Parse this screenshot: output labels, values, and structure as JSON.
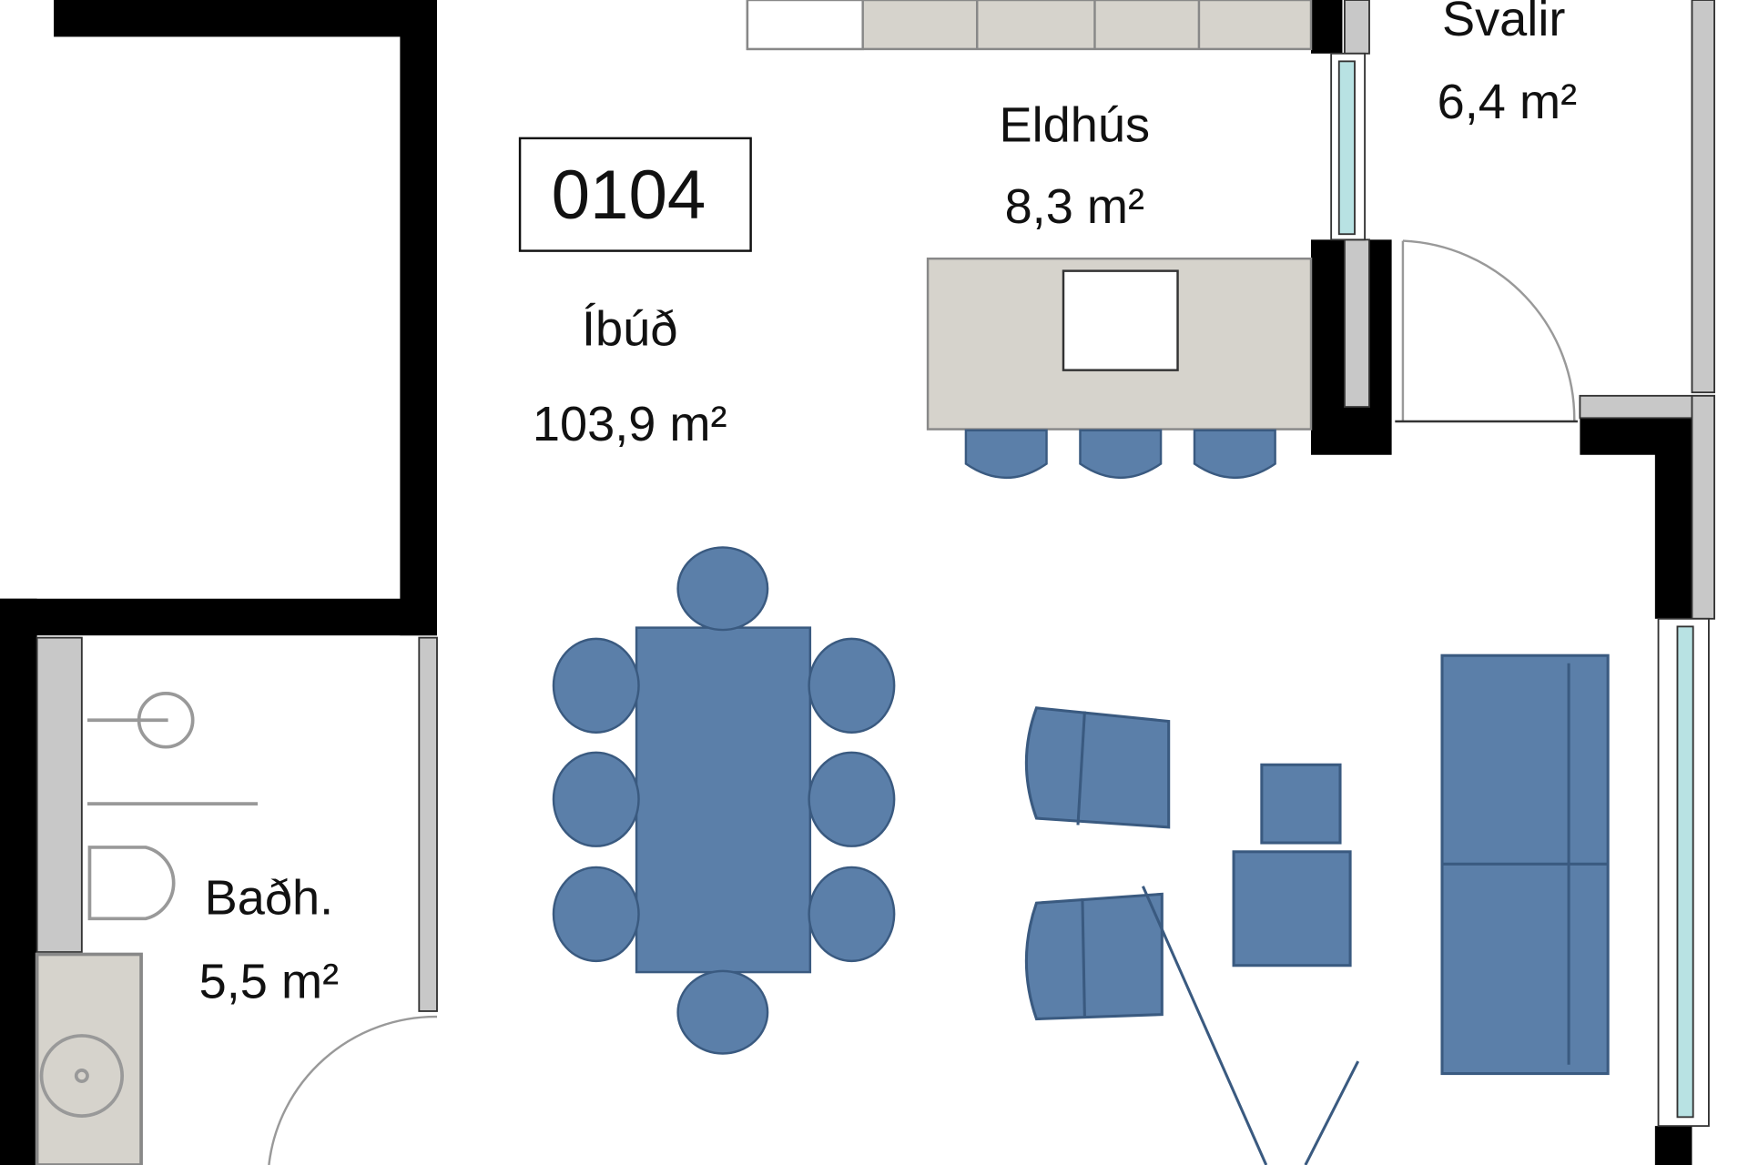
{
  "unit": {
    "number": "0104"
  },
  "rooms": {
    "apartment": {
      "name": "Íbúð",
      "area": "103,9 m²"
    },
    "kitchen": {
      "name": "Eldhús",
      "area": "8,3 m²"
    },
    "balcony": {
      "name": "Svalir",
      "area": "6,4 m²"
    },
    "bathroom": {
      "name": "Baðh.",
      "area": "5,5 m²"
    }
  },
  "colors": {
    "wall": "#000000",
    "furniture": "#5b7fa9",
    "counter": "#d6d3cc",
    "glass": "#b8e2e3",
    "partition": "#c8c8c8"
  }
}
